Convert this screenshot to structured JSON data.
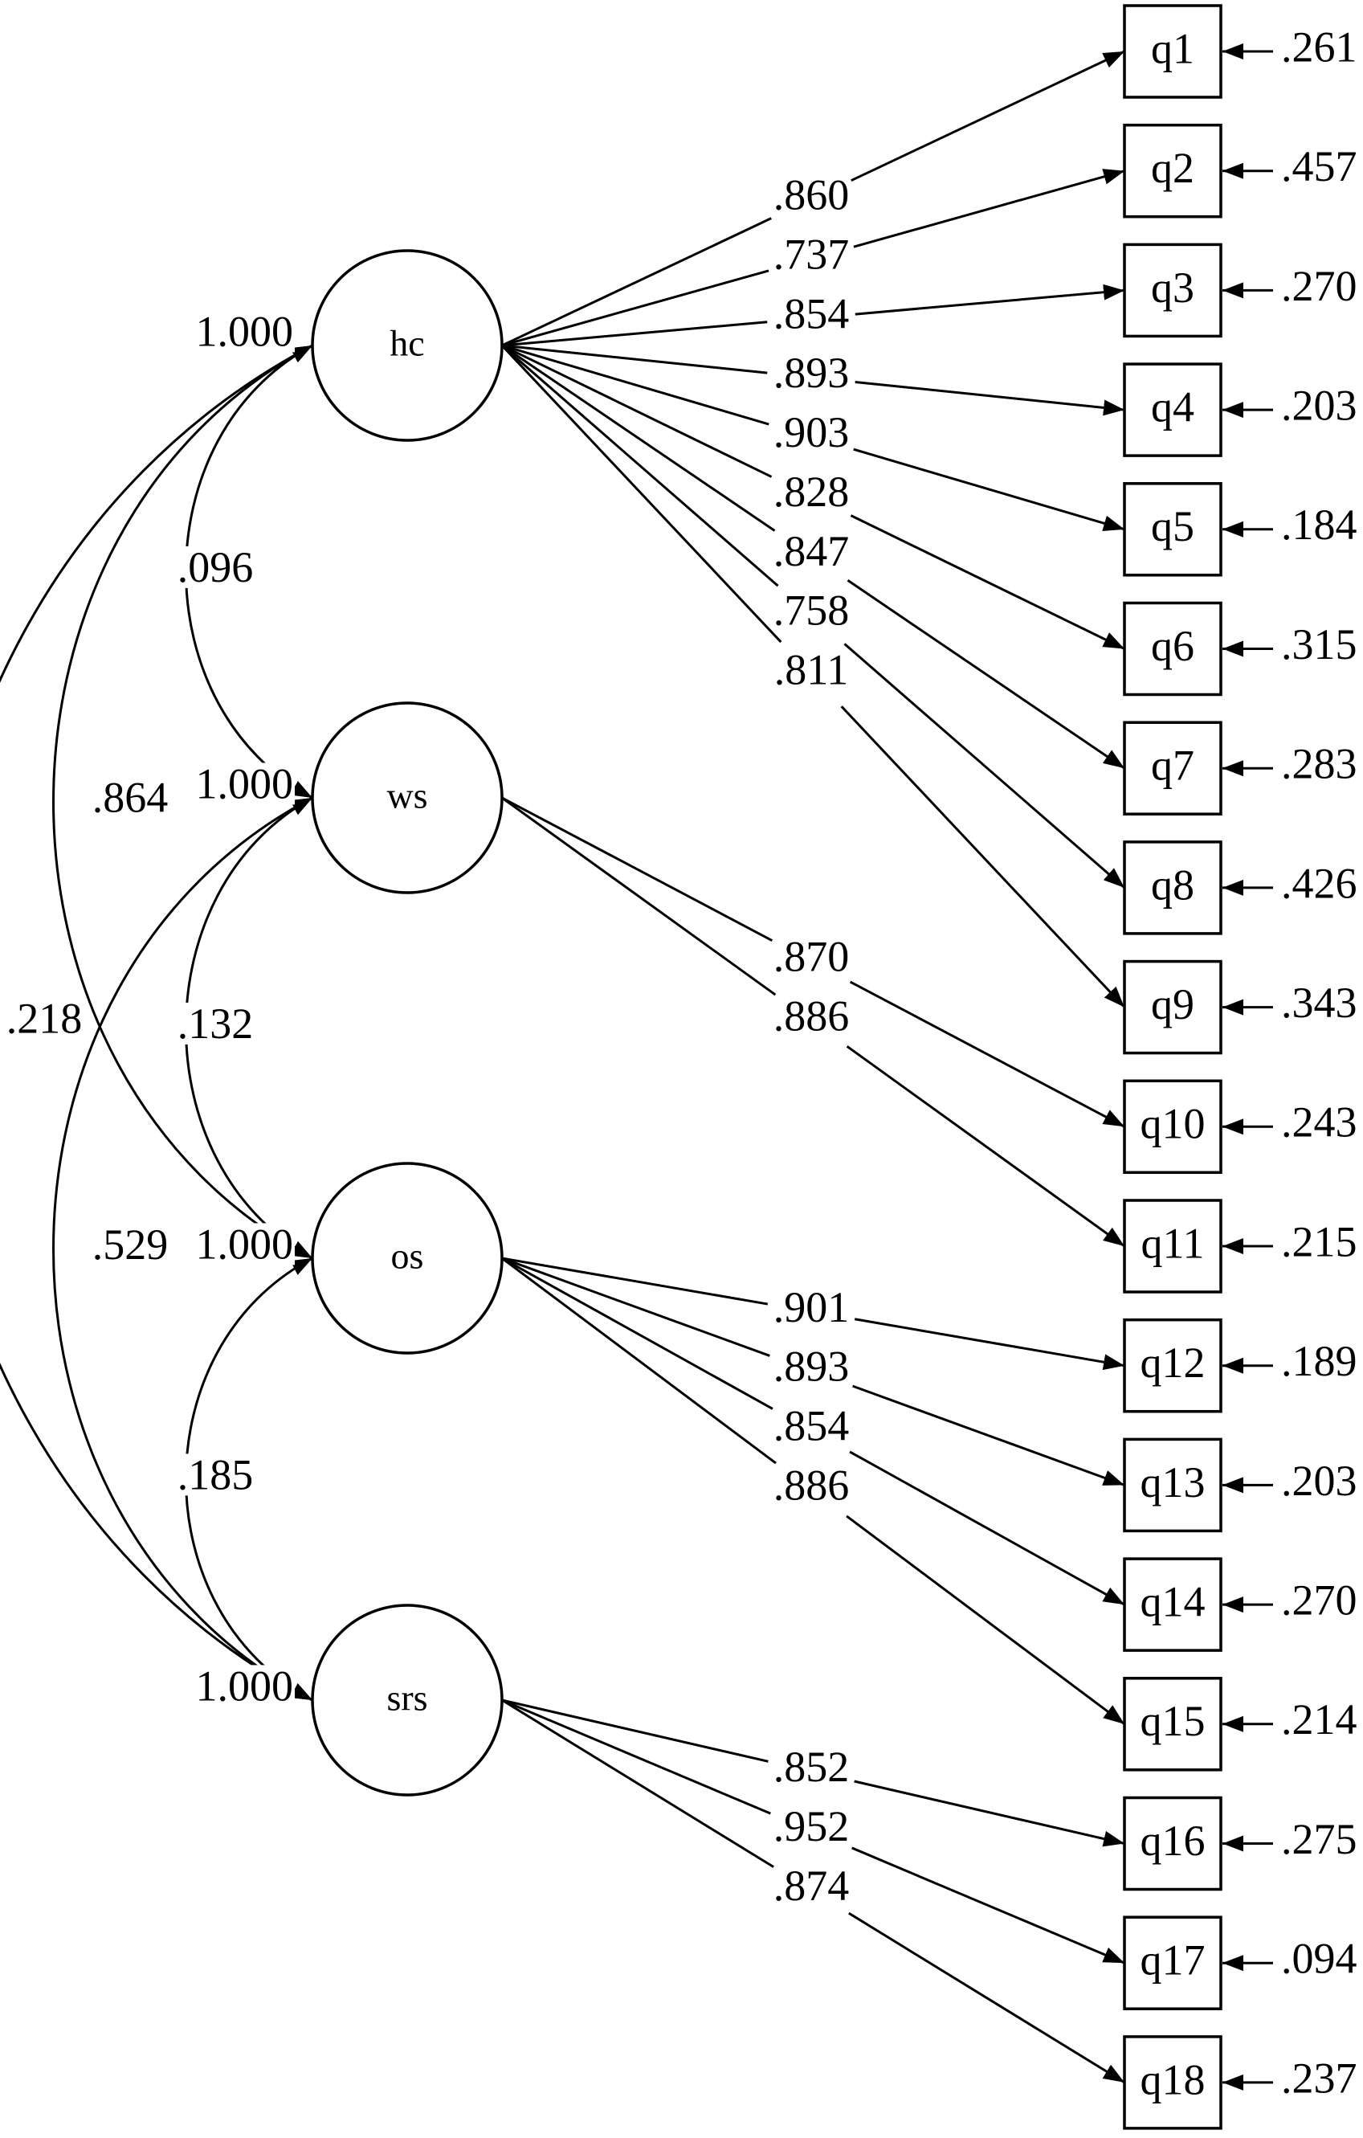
{
  "factors": [
    {
      "id": "hc",
      "name": "hc",
      "variance": "1.000"
    },
    {
      "id": "ws",
      "name": "ws",
      "variance": "1.000"
    },
    {
      "id": "os",
      "name": "os",
      "variance": "1.000"
    },
    {
      "id": "srs",
      "name": "srs",
      "variance": "1.000"
    }
  ],
  "indicators": [
    {
      "id": "q1",
      "name": "q1",
      "error": ".261"
    },
    {
      "id": "q2",
      "name": "q2",
      "error": ".457"
    },
    {
      "id": "q3",
      "name": "q3",
      "error": ".270"
    },
    {
      "id": "q4",
      "name": "q4",
      "error": ".203"
    },
    {
      "id": "q5",
      "name": "q5",
      "error": ".184"
    },
    {
      "id": "q6",
      "name": "q6",
      "error": ".315"
    },
    {
      "id": "q7",
      "name": "q7",
      "error": ".283"
    },
    {
      "id": "q8",
      "name": "q8",
      "error": ".426"
    },
    {
      "id": "q9",
      "name": "q9",
      "error": ".343"
    },
    {
      "id": "q10",
      "name": "q10",
      "error": ".243"
    },
    {
      "id": "q11",
      "name": "q11",
      "error": ".215"
    },
    {
      "id": "q12",
      "name": "q12",
      "error": ".189"
    },
    {
      "id": "q13",
      "name": "q13",
      "error": ".203"
    },
    {
      "id": "q14",
      "name": "q14",
      "error": ".270"
    },
    {
      "id": "q15",
      "name": "q15",
      "error": ".214"
    },
    {
      "id": "q16",
      "name": "q16",
      "error": ".275"
    },
    {
      "id": "q17",
      "name": "q17",
      "error": ".094"
    },
    {
      "id": "q18",
      "name": "q18",
      "error": ".237"
    }
  ],
  "loadings": [
    {
      "from": "hc",
      "to": "q1",
      "value": ".860"
    },
    {
      "from": "hc",
      "to": "q2",
      "value": ".737"
    },
    {
      "from": "hc",
      "to": "q3",
      "value": ".854"
    },
    {
      "from": "hc",
      "to": "q4",
      "value": ".893"
    },
    {
      "from": "hc",
      "to": "q5",
      "value": ".903"
    },
    {
      "from": "hc",
      "to": "q6",
      "value": ".828"
    },
    {
      "from": "hc",
      "to": "q7",
      "value": ".847"
    },
    {
      "from": "hc",
      "to": "q8",
      "value": ".758"
    },
    {
      "from": "hc",
      "to": "q9",
      "value": ".811"
    },
    {
      "from": "ws",
      "to": "q10",
      "value": ".870"
    },
    {
      "from": "ws",
      "to": "q11",
      "value": ".886"
    },
    {
      "from": "os",
      "to": "q12",
      "value": ".901"
    },
    {
      "from": "os",
      "to": "q13",
      "value": ".893"
    },
    {
      "from": "os",
      "to": "q14",
      "value": ".854"
    },
    {
      "from": "os",
      "to": "q15",
      "value": ".886"
    },
    {
      "from": "srs",
      "to": "q16",
      "value": ".852"
    },
    {
      "from": "srs",
      "to": "q17",
      "value": ".952"
    },
    {
      "from": "srs",
      "to": "q18",
      "value": ".874"
    }
  ],
  "correlations": [
    {
      "a": "hc",
      "b": "ws",
      "value": ".096"
    },
    {
      "a": "ws",
      "b": "os",
      "value": ".132"
    },
    {
      "a": "os",
      "b": "srs",
      "value": ".185"
    },
    {
      "a": "hc",
      "b": "os",
      "value": ".864"
    },
    {
      "a": "ws",
      "b": "srs",
      "value": ".529"
    },
    {
      "a": "hc",
      "b": "srs",
      "value": ".218"
    }
  ]
}
